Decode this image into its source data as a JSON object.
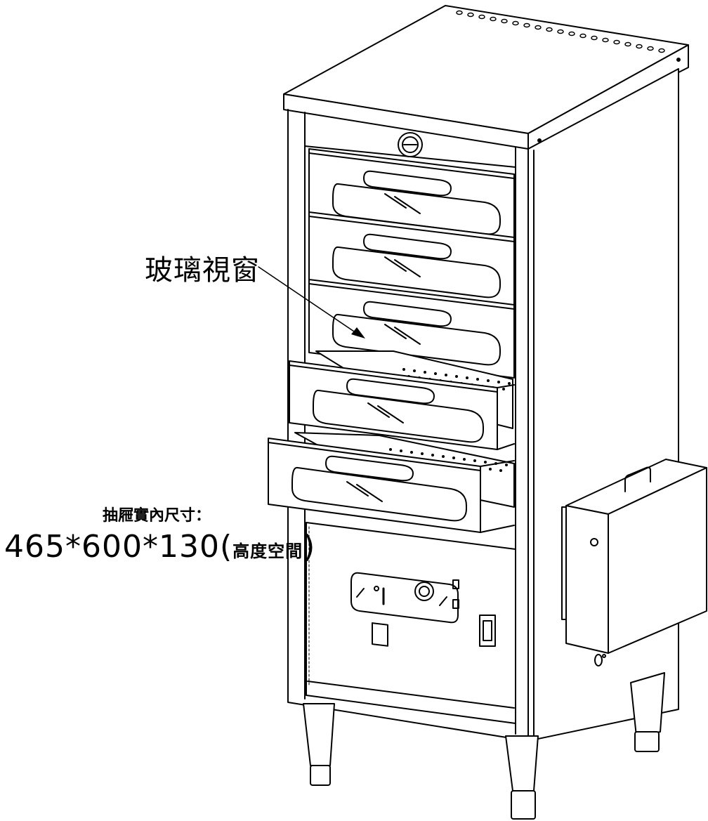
{
  "labels": {
    "glass_window": "玻璃視窗",
    "drawer_size_title": "抽屜實內尺寸：",
    "drawer_size_value": "465*600*130(",
    "drawer_size_note": "高度空間",
    "drawer_size_close": ")"
  },
  "colors": {
    "line": "#000000",
    "background": "#ffffff"
  }
}
